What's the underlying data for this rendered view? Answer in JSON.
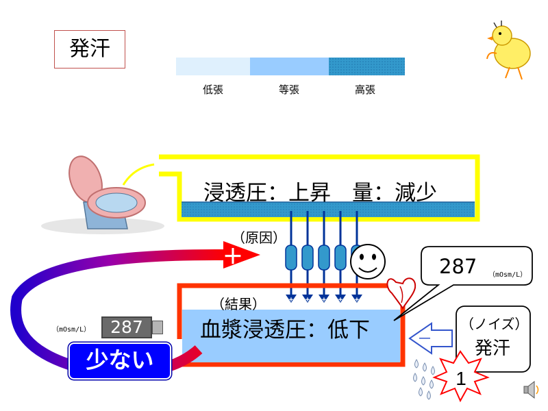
{
  "title": "発汗",
  "legend": {
    "items": [
      {
        "label": "低張",
        "color": "#dff0fd"
      },
      {
        "label": "等張",
        "color": "#99ccff"
      },
      {
        "label": "高張",
        "color": "#3399cc"
      }
    ]
  },
  "kidney": {
    "label": "浸透圧：上昇　量：減少"
  },
  "cause_label": "（原因）",
  "result_label": "（結果）",
  "blood": {
    "label": "血漿浸透圧：低下"
  },
  "plus_sign": "＋",
  "arrow_plus": "+",
  "minus_sign": "－",
  "meter": {
    "value": "287",
    "unit": "（mOsm/L）"
  },
  "few_label": "少ない",
  "callout_value": {
    "value": "287",
    "unit": "（mOsm/L）"
  },
  "noise": {
    "label": "（ノイズ）",
    "text": "発汗"
  },
  "star_number": "1",
  "colors": {
    "kidney_border": "#ffff00",
    "blood_border": "#ff3300",
    "blood_fill": "#99ccff",
    "arrow": "#0033cc",
    "connector": "#003399",
    "plus_red": "#ff0000"
  },
  "icons": [
    "toilet-icon",
    "chick-icon",
    "heart-icon",
    "smiley-icon",
    "water-drops-icon",
    "speaker-icon"
  ]
}
